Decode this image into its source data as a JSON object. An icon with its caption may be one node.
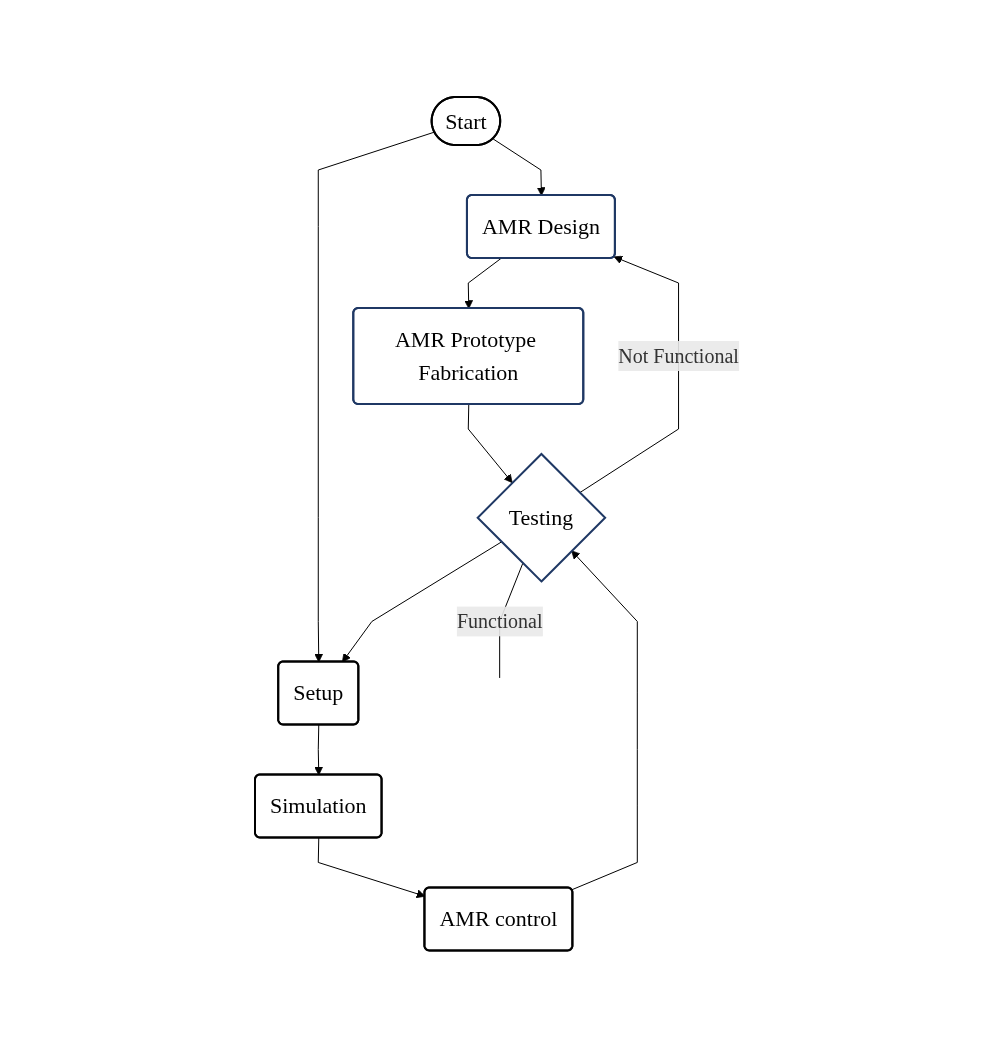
{
  "diagram": {
    "nodes": [
      {
        "text": [
          "Start"
        ]
      },
      {
        "text": [
          "AMR Design"
        ]
      },
      {
        "text": [
          "Setup"
        ]
      },
      {
        "text": [
          "Simulation"
        ]
      },
      {
        "text": [
          "AMR Prototype Fabrication"
        ]
      },
      {
        "text": [
          "AMR control"
        ]
      },
      {
        "text": [
          "Testing"
        ]
      }
    ],
    "edges": [
      {
        "from": 0,
        "to": 1,
        "arrow": "to"
      },
      {
        "from": 0,
        "to": 2,
        "arrow": "to"
      },
      {
        "from": 1,
        "to": 4,
        "arrow": "to"
      },
      {
        "from": 2,
        "to": 3,
        "arrow": "to"
      },
      {
        "from": 3,
        "to": 5,
        "arrow": "to"
      },
      {
        "from": 4,
        "to": 6,
        "arrow": "to"
      },
      {
        "from": 5,
        "to": 6,
        "arrow": "to"
      },
      {
        "from": 6,
        "to": 1,
        "arrow": "to",
        "label": "Not Functional"
      },
      {
        "from": 6,
        "to": 2,
        "arrow": "to"
      },
      {
        "from": 6,
        "to": null,
        "arrow": "none",
        "label": "Functional"
      }
    ]
  }
}
